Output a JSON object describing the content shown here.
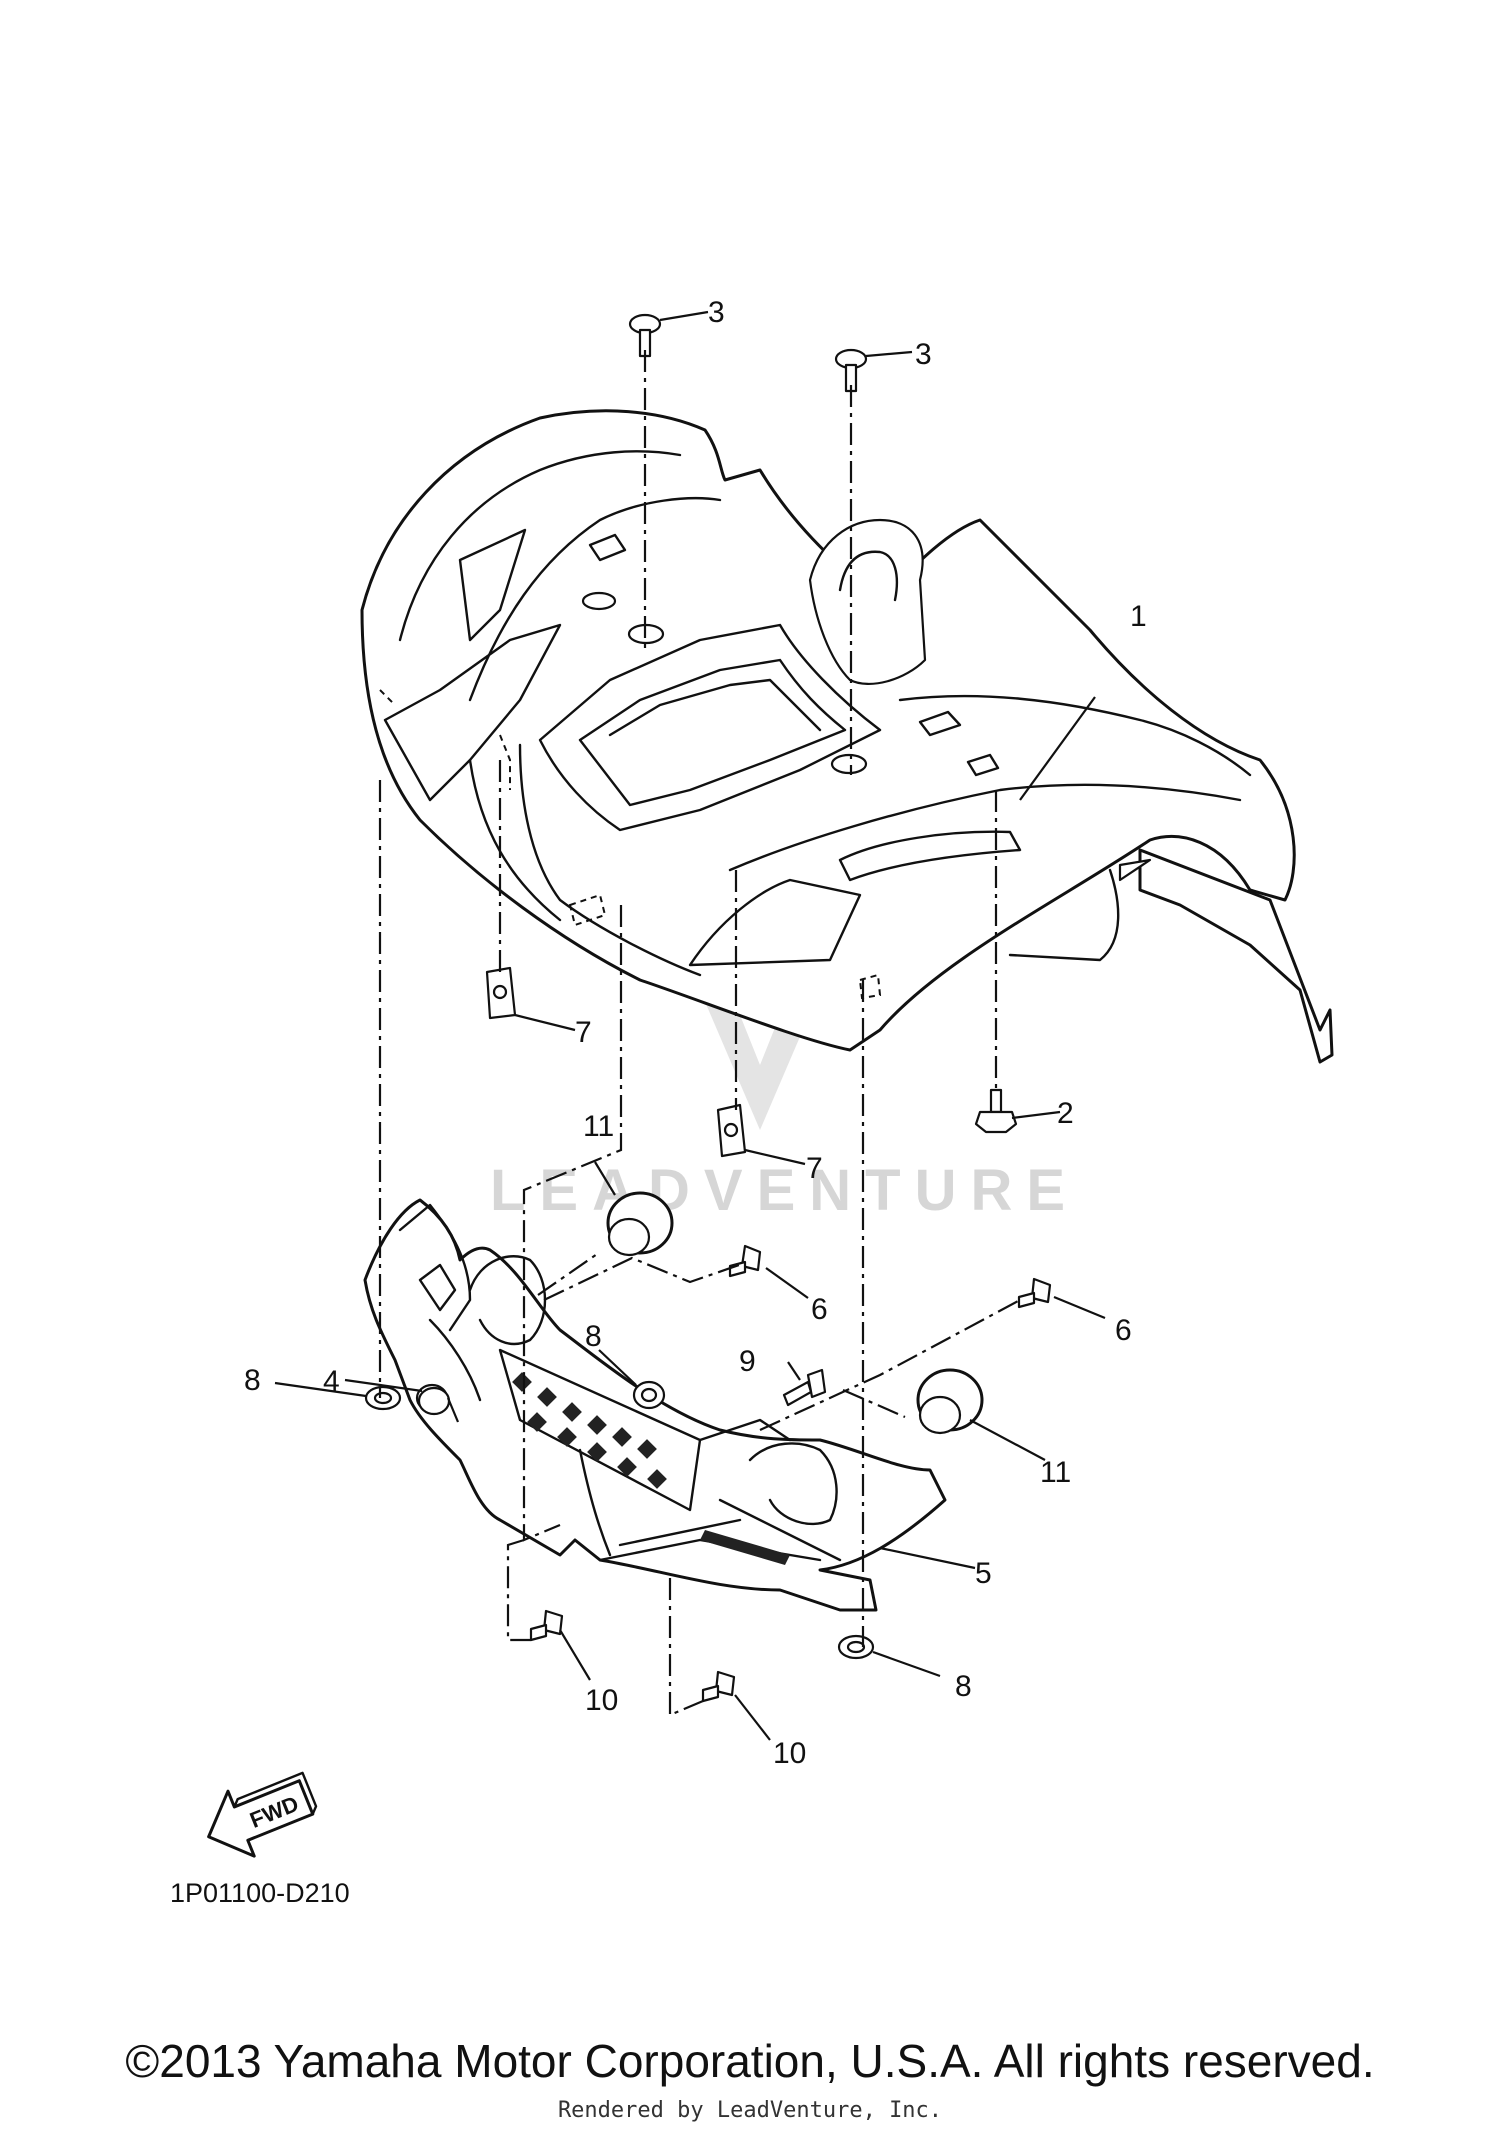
{
  "watermark": {
    "text": "LEADVENTURE"
  },
  "callouts": [
    {
      "id": "callout-1",
      "label": "1"
    },
    {
      "id": "callout-2",
      "label": "2"
    },
    {
      "id": "callout-3a",
      "label": "3"
    },
    {
      "id": "callout-3b",
      "label": "3"
    },
    {
      "id": "callout-4",
      "label": "4"
    },
    {
      "id": "callout-5",
      "label": "5"
    },
    {
      "id": "callout-6a",
      "label": "6"
    },
    {
      "id": "callout-6b",
      "label": "6"
    },
    {
      "id": "callout-7a",
      "label": "7"
    },
    {
      "id": "callout-7b",
      "label": "7"
    },
    {
      "id": "callout-8a",
      "label": "8"
    },
    {
      "id": "callout-8b",
      "label": "8"
    },
    {
      "id": "callout-8c",
      "label": "8"
    },
    {
      "id": "callout-9",
      "label": "9"
    },
    {
      "id": "callout-10a",
      "label": "10"
    },
    {
      "id": "callout-10b",
      "label": "10"
    },
    {
      "id": "callout-11a",
      "label": "11"
    },
    {
      "id": "callout-11b",
      "label": "11"
    }
  ],
  "fwd_label": "FWD",
  "diagram_code": "1P01100-D210",
  "footer": {
    "copyright": "©2013 Yamaha Motor Corporation, U.S.A. All rights reserved.",
    "rendered_by": "Rendered by LeadVenture, Inc."
  }
}
